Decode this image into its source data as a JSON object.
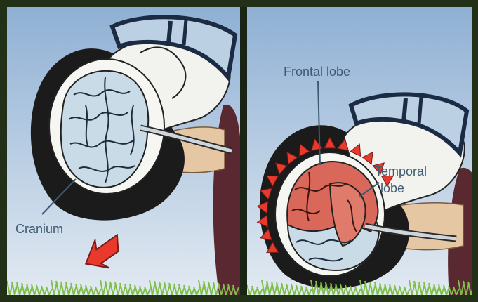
{
  "panels": [
    {
      "id": "left",
      "labels": {
        "cranium": "Cranium"
      }
    },
    {
      "id": "right",
      "labels": {
        "frontal_line1": "Frontal lobe",
        "temporal_line1": "Temporal",
        "temporal_line2": "lobe"
      }
    }
  ],
  "colors": {
    "sky_top": "#8fb0d4",
    "sky_bottom": "#e2eaf2",
    "brain_normal": "#c9dbe6",
    "brain_injured": "#d9675a",
    "impact_arrow": "#e8392c",
    "helmet": "#1b1b1b",
    "skin": "#e6c7a3",
    "grass": "#7fbf4a",
    "frame": "#223018"
  },
  "icons": [
    "impact-arrow-icon",
    "impact-burst-icon"
  ]
}
